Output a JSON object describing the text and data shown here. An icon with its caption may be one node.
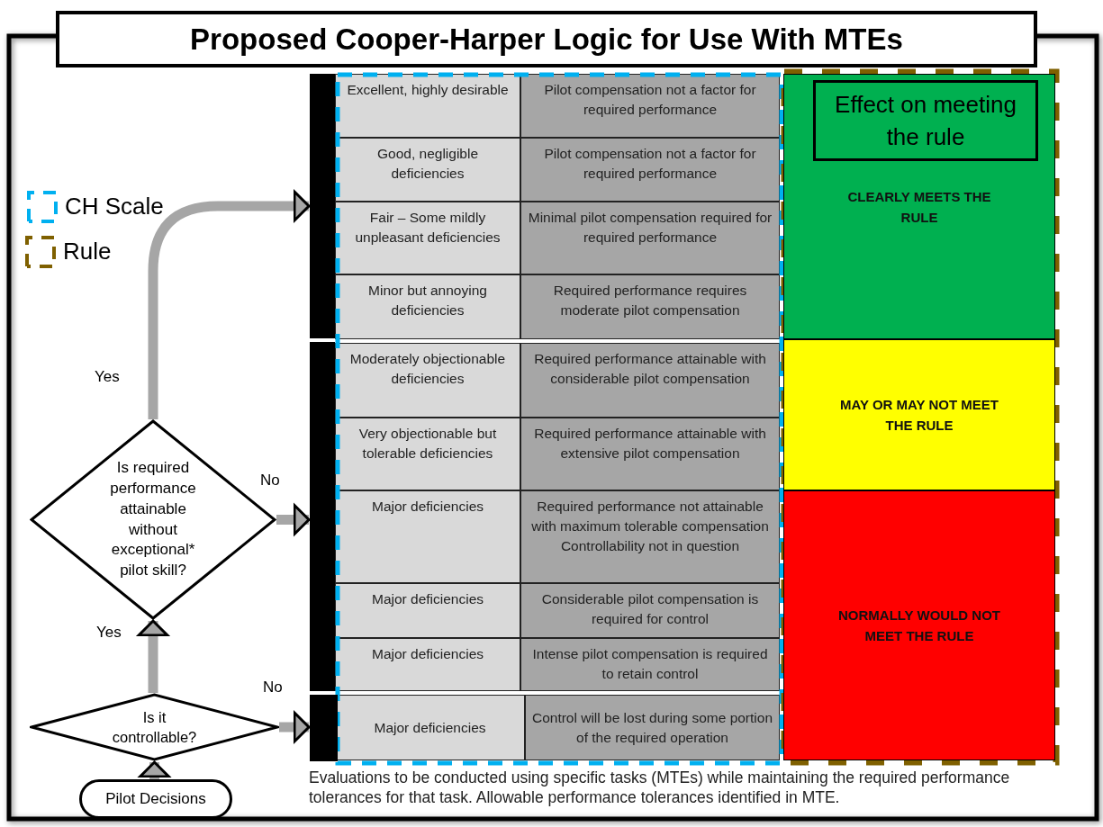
{
  "diagram": {
    "title": "Proposed Cooper-Harper Logic for Use With MTEs",
    "caption": "Evaluations to be conducted using specific tasks (MTEs) while maintaining the required performance tolerances for that task. Allowable performance tolerances identified in MTE.",
    "nodes": [
      {
        "text": [
          "Pilot Decisions"
        ]
      },
      {
        "text": [
          "Is it controllable?"
        ]
      },
      {
        "text": [
          "Is required performance attainable without exceptional* pilot skill?"
        ]
      },
      {
        "text": [],
        "shape": "bar"
      },
      {
        "text": [],
        "shape": "bar"
      },
      {
        "text": [],
        "shape": "bar"
      },
      {
        "text": [
          "CLEARLY MEETS THE RULE"
        ]
      },
      {
        "text": [
          "Effect on meeting the rule"
        ],
        "in": 6
      },
      {
        "text": [
          "MAY OR MAY NOT MEET THE RULE"
        ]
      },
      {
        "text": [
          "NORMALLY WOULD NOT MEET THE RULE"
        ]
      }
    ],
    "edges": [
      {
        "from": 0,
        "to": 1,
        "arrow": "to"
      },
      {
        "from": 1,
        "to": 2,
        "arrow": "to",
        "label": "Yes"
      },
      {
        "from": 1,
        "to": 5,
        "arrow": "to",
        "label": "No"
      },
      {
        "from": 2,
        "to": 4,
        "arrow": "to",
        "label": "No"
      },
      {
        "from": 2,
        "to": 3,
        "arrow": "to",
        "label": "Yes"
      }
    ],
    "labels": [
      "Excellent, highly desirable",
      "Pilot compensation not a factor for required performance",
      "Good, negligible deficiencies",
      "Pilot compensation not a factor for required performance",
      "Fair – Some mildly unpleasant deficiencies",
      "Minimal pilot compensation required for required performance",
      "Minor but annoying deficiencies",
      "Required performance requires moderate pilot compensation",
      "Moderately objectionable deficiencies",
      "Required performance attainable with considerable pilot compensation",
      "Very objectionable but tolerable deficiencies",
      "Required performance attainable with extensive pilot compensation",
      "Major deficiencies",
      "Required performance not attainable with maximum tolerable compensation Controllability not in question",
      "Major deficiencies",
      "Considerable pilot compensation is required for control",
      "Major deficiencies",
      "Intense pilot compensation is required to retain control",
      "Major deficiencies",
      "Control will be lost during some portion of the required operation"
    ],
    "legend": [
      {
        "text": "CH Scale"
      },
      {
        "text": "Rule"
      }
    ]
  }
}
